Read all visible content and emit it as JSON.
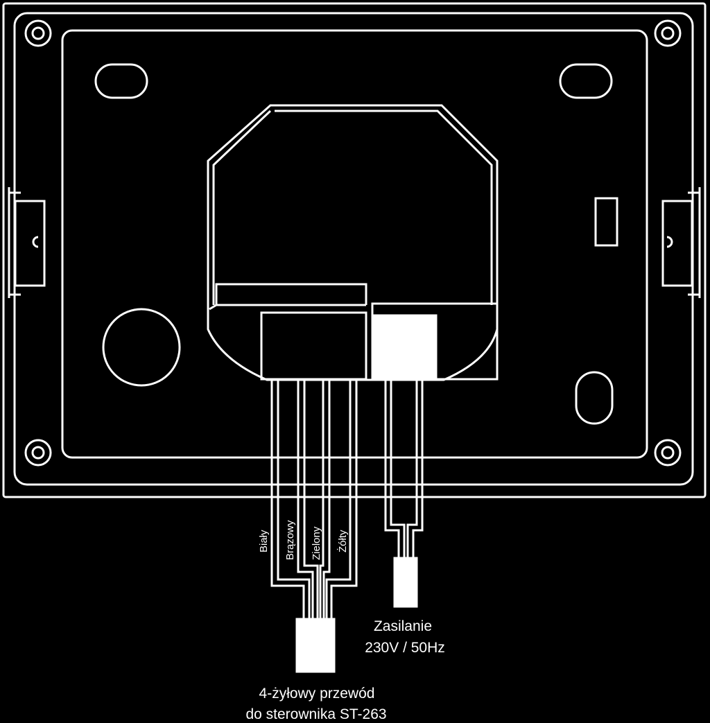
{
  "wire_labels": {
    "white": "Biały",
    "brown": "Brązowy",
    "green": "Zielony",
    "yellow": "Żółty"
  },
  "power_label": {
    "line1": "Zasilanie",
    "line2": "230V / 50Hz"
  },
  "cable_label": {
    "line1": "4-żyłowy przewód",
    "line2": "do sterownika ST-263"
  },
  "colors": {
    "background": "#000000",
    "stroke": "#ffffff"
  }
}
